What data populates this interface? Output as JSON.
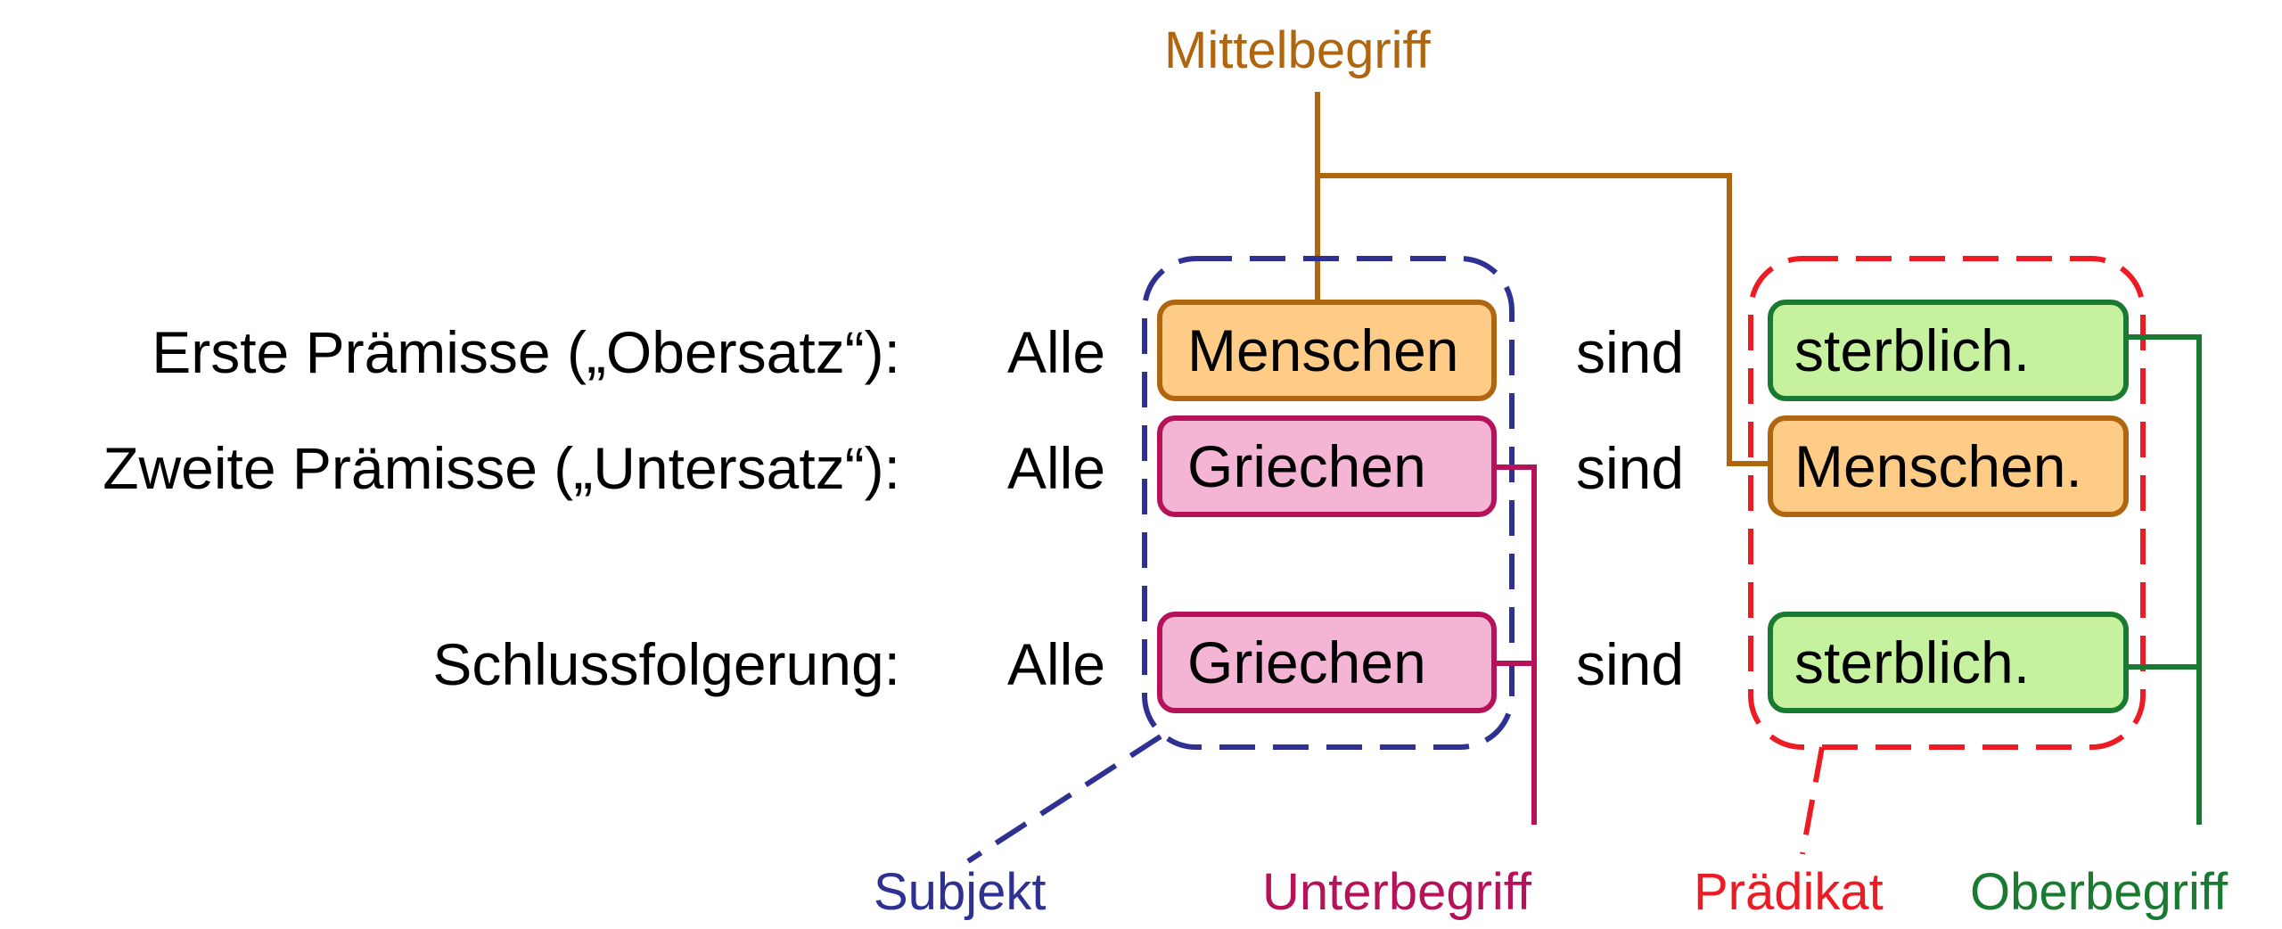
{
  "colors": {
    "middle": "#b0650f",
    "subject": "#2e3192",
    "minor": "#b5125a",
    "predicate": "#ed1c24",
    "major": "#1b7a31",
    "middle_fill": "#ffcc88",
    "minor_fill": "#f3b5d3",
    "major_fill": "#c6f2a0"
  },
  "row_labels": {
    "first": "Erste Prämisse („Obersatz“):",
    "second": "Zweite Prämisse („Untersatz“):",
    "conclusion": "Schlussfolgerung:"
  },
  "quantifier": "Alle",
  "copula": "sind",
  "terms": {
    "first_subject": "Menschen",
    "first_predicate": "sterblich.",
    "second_subject": "Griechen",
    "second_predicate": "Menschen.",
    "conclusion_subject": "Griechen",
    "conclusion_predicate": "sterblich."
  },
  "annotations": {
    "middle_term": "Mittelbegriff",
    "subject": "Subjekt",
    "minor_term": "Unterbegriff",
    "predicate": "Prädikat",
    "major_term": "Oberbegriff"
  }
}
